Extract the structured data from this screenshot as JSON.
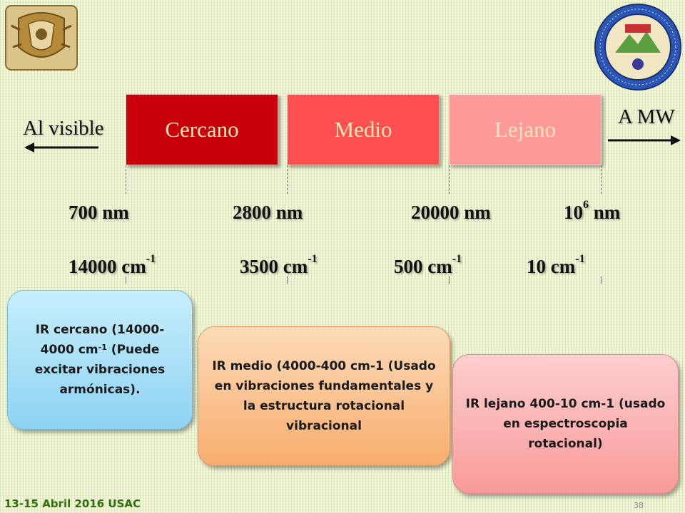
{
  "bands": [
    {
      "label": "Cercano",
      "color": "#c8000a"
    },
    {
      "label": "Medio",
      "color": "#ff4f4f"
    },
    {
      "label": "Lejano",
      "color": "#ff9a9a"
    }
  ],
  "arrows": {
    "left_label": "Al visible",
    "right_label": "A MW"
  },
  "wavelengths": [
    {
      "value": "700 nm"
    },
    {
      "value": "2800 nm"
    },
    {
      "value": "20000 nm"
    },
    {
      "base": "10",
      "exp": "6",
      "unit": " nm"
    }
  ],
  "wavenumbers": [
    {
      "value": "14000 cm",
      "exp": "-1"
    },
    {
      "value": "3500 cm",
      "exp": "-1"
    },
    {
      "value": "500 cm",
      "exp": "-1"
    },
    {
      "value": "10 cm",
      "exp": "-1"
    }
  ],
  "notes": {
    "cercano": {
      "pre": "IR cercano (14000-4000 cm",
      "exp": "-1",
      "post": " (Puede excitar vibraciones armónicas)."
    },
    "medio": "IR medio (4000-400 cm-1 (Usado en vibraciones fundamentales y la estructura rotacional vibracional",
    "lejano": "IR lejano 400-10 cm-1 (usado en espectroscopia rotacional)"
  },
  "footer": {
    "date": "13-15 Abril 2016 USAC",
    "page": "38"
  },
  "logos": {
    "left": "unam-crest-icon",
    "right": "usac-seal-icon"
  }
}
